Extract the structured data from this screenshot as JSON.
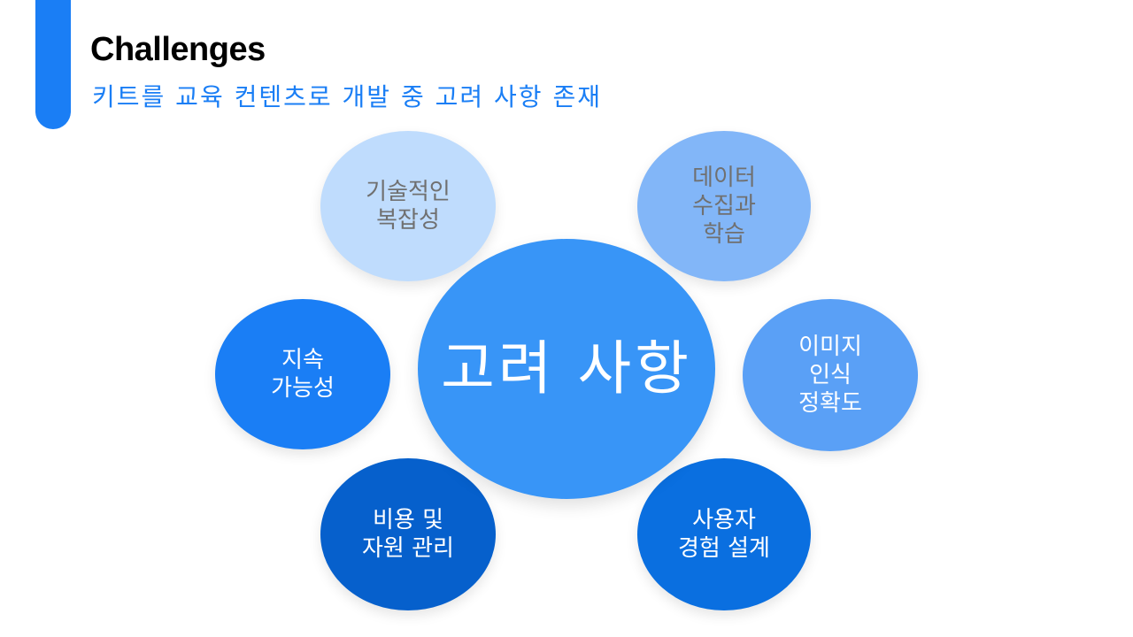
{
  "slide": {
    "title": "Challenges",
    "subtitle": "키트를 교육 컨텐츠로 개발 중 고려 사항 존재"
  },
  "diagram": {
    "center": "고려 사항",
    "nodes": {
      "technical_complexity": "기술적인\n복잡성",
      "data_collection": "데이터\n수집과\n학습",
      "sustainability": "지속\n가능성",
      "image_recognition": "이미지\n인식\n정확도",
      "cost_resources": "비용 및\n자원 관리",
      "user_experience": "사용자\n경험 설계"
    }
  },
  "colors": {
    "accent": "#1a7ef5",
    "center": "#3895f7",
    "node_lightest": "#bfdcfd",
    "node_light": "#82b6f8",
    "node_mid": "#5aa0f6",
    "node_primary": "#1a7ef5",
    "node_strong": "#0a6fe0",
    "node_dark": "#0660cc"
  }
}
